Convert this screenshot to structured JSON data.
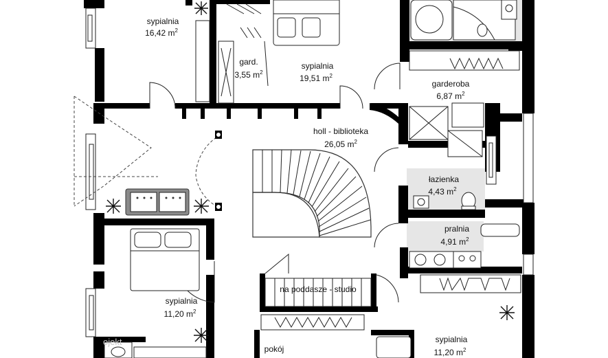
{
  "rooms": {
    "sypialnia_nw": {
      "name": "sypialnia",
      "area": "16,42 m",
      "unit_sup": "2"
    },
    "gard": {
      "name": "gard.",
      "area": "3,55 m",
      "unit_sup": "2"
    },
    "sypialnia_n": {
      "name": "sypialnia",
      "area": "19,51 m",
      "unit_sup": "2"
    },
    "garderoba": {
      "name": "garderoba",
      "area": "6,87 m",
      "unit_sup": "2"
    },
    "holl": {
      "name": "holl - biblioteka",
      "area": "26,05 m",
      "unit_sup": "2"
    },
    "lazienka": {
      "name": "łazienka",
      "area": "4,43 m",
      "unit_sup": "2"
    },
    "pralnia": {
      "name": "pralnia",
      "area": "4,91 m",
      "unit_sup": "2"
    },
    "sypialnia_sw": {
      "name": "sypialnia",
      "area": "11,20 m",
      "unit_sup": "2"
    },
    "sypialnia_se": {
      "name": "sypialnia",
      "area": "11,20 m",
      "unit_sup": "2"
    },
    "pokoj": {
      "name": "pokój"
    }
  },
  "annotations": {
    "stairs_label": "na poddasze - studio"
  },
  "watermark": "ojekt",
  "colors": {
    "wall": "#000000",
    "wet_room_fill": "#e6e6e6",
    "sofa": "#8a8a8a"
  }
}
